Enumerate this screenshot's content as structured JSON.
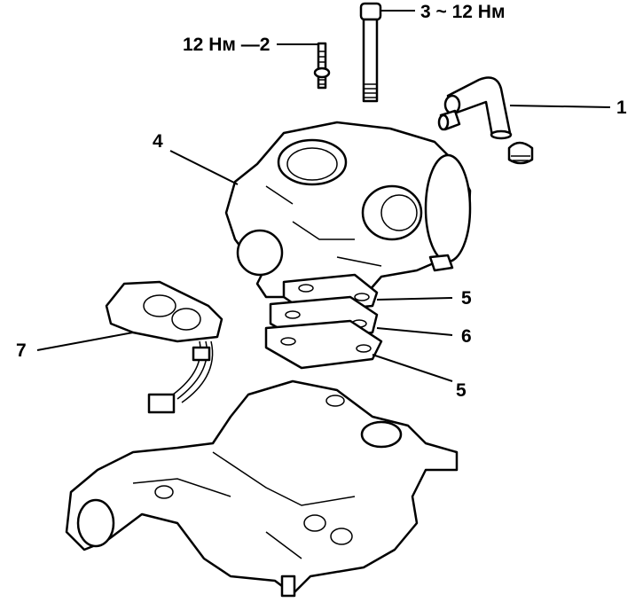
{
  "callouts": {
    "c1": "1",
    "c2": "12 Нм —2",
    "c3": "3 ~ 12 Нм",
    "c4": "4",
    "c5a": "5",
    "c6": "6",
    "c5b": "5",
    "c7": "7"
  }
}
